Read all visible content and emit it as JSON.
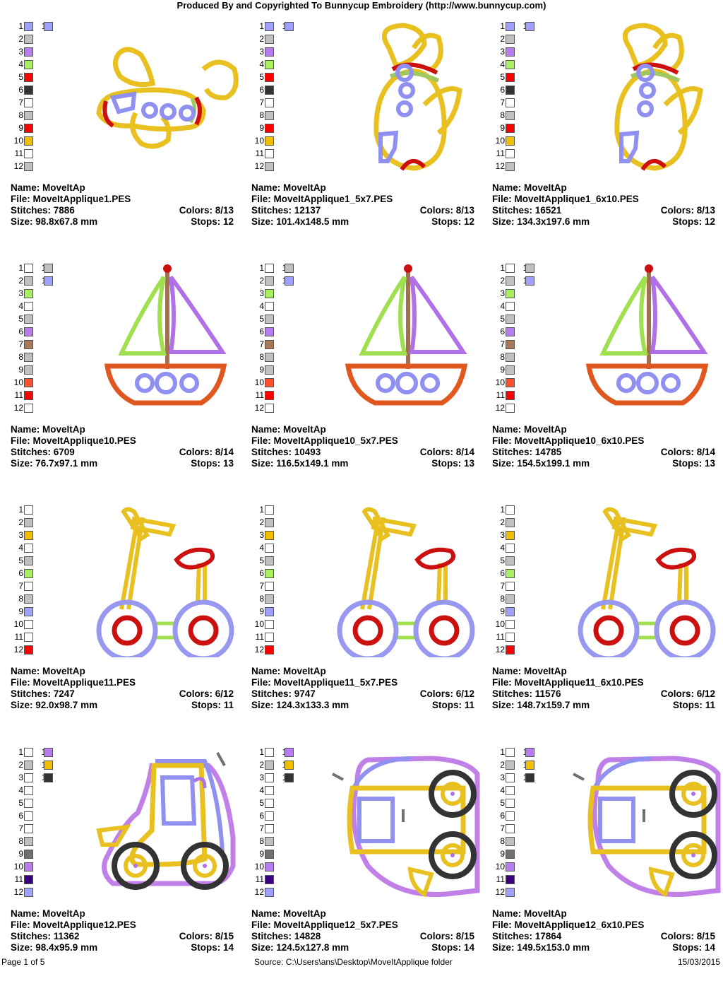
{
  "header": "Produced By and Copyrighted To Bunnycup Embroidery (http://www.bunnycup.com)",
  "footer": {
    "page": "Page 1 of 5",
    "source": "Source: C:\\Users\\ans\\Desktop\\MoveItApplique folder",
    "date": "15/03/2015"
  },
  "labels": {
    "name": "Name: ",
    "file": "File: ",
    "stitches": "Stitches: ",
    "size": "Size: ",
    "colors": "Colors: ",
    "stops": "Stops: "
  },
  "palettes": {
    "plane": [
      "#a0a0ff",
      "#c0c0c0",
      "#b67cf0",
      "#a8f060",
      "#ff0000",
      "#333333",
      "#ffffff",
      "#c0c0c0",
      "#ff0000",
      "#f0c000",
      "#ffffff",
      "#c0c0c0",
      "#a0a0ff"
    ],
    "boat": [
      "#ffffff",
      "#c0c0c0",
      "#a8f060",
      "#ffffff",
      "#c0c0c0",
      "#b67cf0",
      "#a87a5a",
      "#c0c0c0",
      "#c0c0c0",
      "#ff5030",
      "#ff0000",
      "#ffffff",
      "#c0c0c0",
      "#a0a0ff"
    ],
    "scooter": [
      "#ffffff",
      "#c0c0c0",
      "#f0c000",
      "#ffffff",
      "#c0c0c0",
      "#a8f060",
      "#ffffff",
      "#c0c0c0",
      "#a0a0ff",
      "#ffffff",
      "#ffffff",
      "#ff0000"
    ],
    "car": [
      "#ffffff",
      "#c0c0c0",
      "#ffffff",
      "#ffffff",
      "#ffffff",
      "#ffffff",
      "#ffffff",
      "#c0c0c0",
      "#707070",
      "#b67cf0",
      "#3a0080",
      "#a0a0ff",
      "#b67cf0",
      "#f0c000",
      "#333333"
    ]
  },
  "designs": [
    {
      "type": "plane",
      "variant": 0,
      "name": "MoveItAp",
      "file": "MoveItApplique1.PES",
      "stitches": "7886",
      "size": "98.8x67.8 mm",
      "colors": "8/13",
      "stops": "12"
    },
    {
      "type": "plane",
      "variant": 1,
      "name": "MoveItAp",
      "file": "MoveItApplique1_5x7.PES",
      "stitches": "12137",
      "size": "101.4x148.5 mm",
      "colors": "8/13",
      "stops": "12"
    },
    {
      "type": "plane",
      "variant": 1,
      "name": "MoveItAp",
      "file": "MoveItApplique1_6x10.PES",
      "stitches": "16521",
      "size": "134.3x197.6 mm",
      "colors": "8/13",
      "stops": "12"
    },
    {
      "type": "boat",
      "variant": 0,
      "name": "MoveItAp",
      "file": "MoveItApplique10.PES",
      "stitches": "6709",
      "size": "76.7x97.1 mm",
      "colors": "8/14",
      "stops": "13"
    },
    {
      "type": "boat",
      "variant": 0,
      "name": "MoveItAp",
      "file": "MoveItApplique10_5x7.PES",
      "stitches": "10493",
      "size": "116.5x149.1 mm",
      "colors": "8/14",
      "stops": "13"
    },
    {
      "type": "boat",
      "variant": 0,
      "name": "MoveItAp",
      "file": "MoveItApplique10_6x10.PES",
      "stitches": "14785",
      "size": "154.5x199.1 mm",
      "colors": "8/14",
      "stops": "13"
    },
    {
      "type": "scooter",
      "variant": 0,
      "name": "MoveItAp",
      "file": "MoveItApplique11.PES",
      "stitches": "7247",
      "size": "92.0x98.7 mm",
      "colors": "6/12",
      "stops": "11"
    },
    {
      "type": "scooter",
      "variant": 0,
      "name": "MoveItAp",
      "file": "MoveItApplique11_5x7.PES",
      "stitches": "9747",
      "size": "124.3x133.3 mm",
      "colors": "6/12",
      "stops": "11"
    },
    {
      "type": "scooter",
      "variant": 0,
      "name": "MoveItAp",
      "file": "MoveItApplique11_6x10.PES",
      "stitches": "11576",
      "size": "148.7x159.7 mm",
      "colors": "6/12",
      "stops": "11"
    },
    {
      "type": "car",
      "variant": 0,
      "name": "MoveItAp",
      "file": "MoveItApplique12.PES",
      "stitches": "11362",
      "size": "98.4x95.9 mm",
      "colors": "8/15",
      "stops": "14"
    },
    {
      "type": "car",
      "variant": 1,
      "name": "MoveItAp",
      "file": "MoveItApplique12_5x7.PES",
      "stitches": "14828",
      "size": "124.5x127.8 mm",
      "colors": "8/15",
      "stops": "14"
    },
    {
      "type": "car",
      "variant": 1,
      "name": "MoveItAp",
      "file": "MoveItApplique12_6x10.PES",
      "stitches": "17864",
      "size": "149.5x153.0 mm",
      "colors": "8/15",
      "stops": "14"
    }
  ]
}
